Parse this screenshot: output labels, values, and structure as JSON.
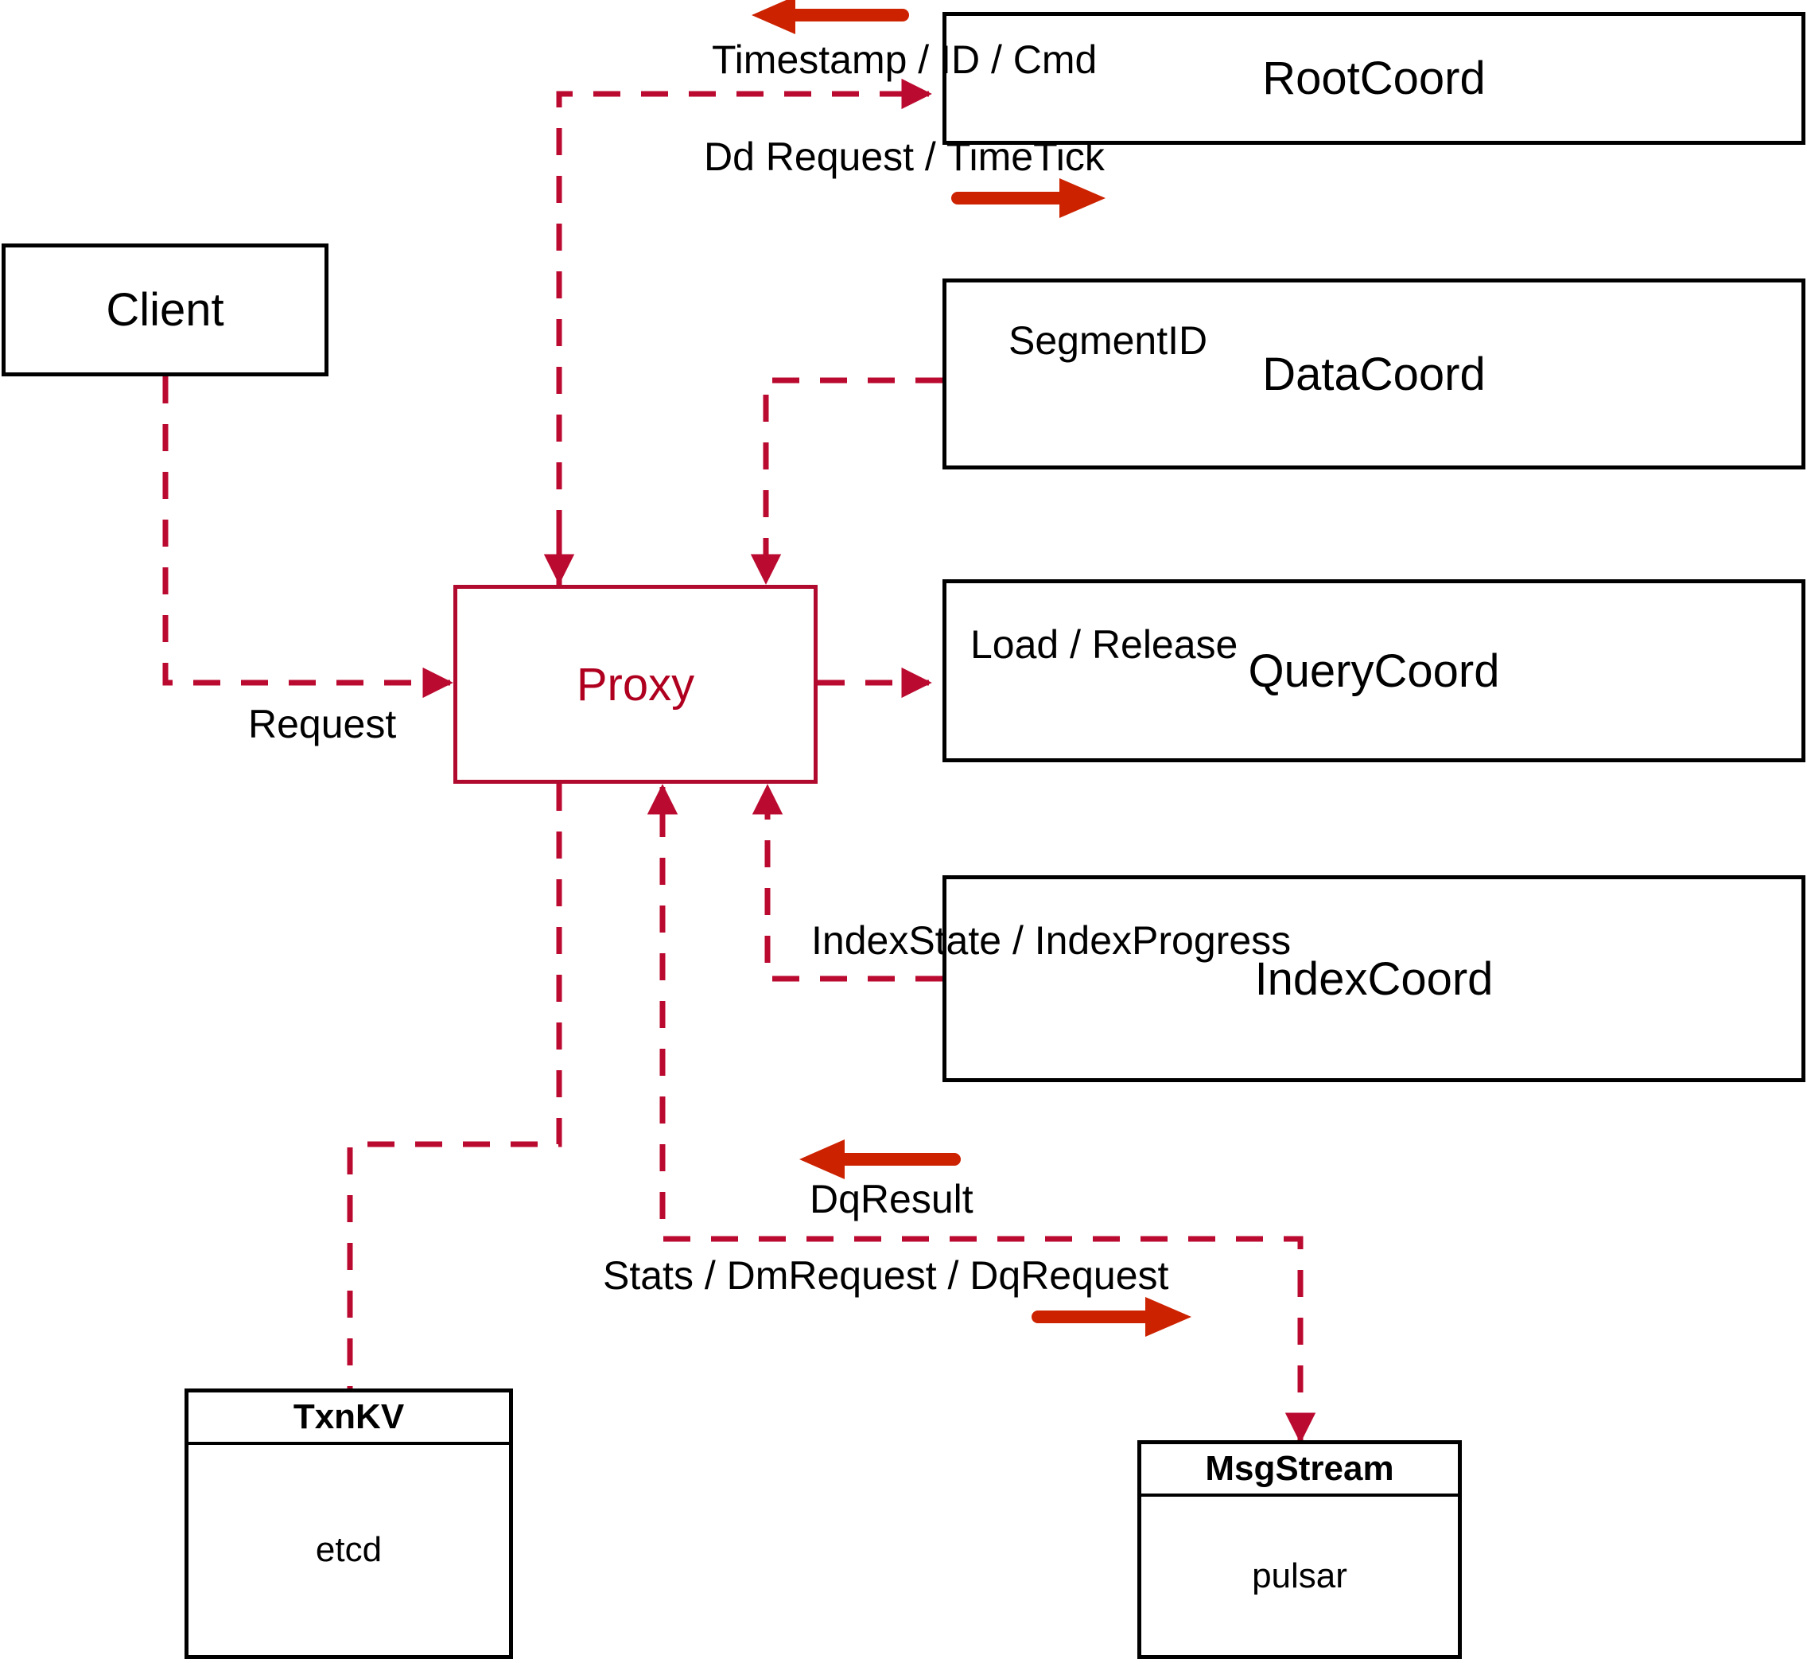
{
  "diagram": {
    "title": "Milvus Proxy architecture",
    "colors": {
      "dashed_line": "#BB0A30",
      "solid_arrow": "#CC2200",
      "proxy_text": "#B00020",
      "node_border": "#000000"
    },
    "nodes": [
      {
        "id": "client",
        "label": "Client",
        "style": "black"
      },
      {
        "id": "proxy",
        "label": "Proxy",
        "style": "red"
      },
      {
        "id": "rootcoord",
        "label": "RootCoord",
        "style": "black"
      },
      {
        "id": "datacoord",
        "label": "DataCoord",
        "style": "black"
      },
      {
        "id": "querycoord",
        "label": "QueryCoord",
        "style": "black"
      },
      {
        "id": "indexcoord",
        "label": "IndexCoord",
        "style": "black"
      }
    ],
    "split_nodes": [
      {
        "id": "txnkv",
        "title": "TxnKV",
        "body": "etcd"
      },
      {
        "id": "msgstream",
        "title": "MsgStream",
        "body": "pulsar"
      }
    ],
    "edge_labels": [
      {
        "id": "timestamp-id-cmd",
        "text": "Timestamp / ID / Cmd"
      },
      {
        "id": "dd-request-timetick",
        "text": "Dd Request / TimeTick"
      },
      {
        "id": "segmentid",
        "text": "SegmentID"
      },
      {
        "id": "request",
        "text": "Request"
      },
      {
        "id": "load-release",
        "text": "Load / Release"
      },
      {
        "id": "indexstate-indexprogress",
        "text": "IndexState / IndexProgress"
      },
      {
        "id": "dqresult",
        "text": "DqResult"
      },
      {
        "id": "stats-dmrequest-dqrequest",
        "text": "Stats / DmRequest / DqRequest"
      }
    ],
    "direction_arrows": [
      {
        "id": "timestamp-direction-arrow",
        "direction": "left"
      },
      {
        "id": "dd-request-direction-arrow",
        "direction": "right"
      },
      {
        "id": "dqresult-direction-arrow",
        "direction": "left"
      },
      {
        "id": "stats-direction-arrow",
        "direction": "right"
      }
    ]
  }
}
